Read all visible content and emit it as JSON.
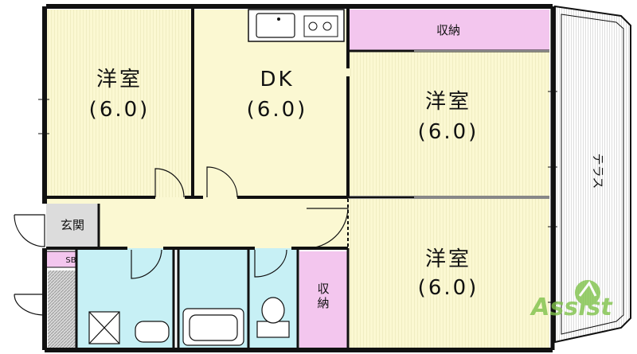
{
  "rooms": {
    "room_nw_name": "洋室",
    "room_nw_size": "(6.0)",
    "dk_name": "DK",
    "dk_size": "(6.0)",
    "room_e_name": "洋室",
    "room_e_size": "(6.0)",
    "room_se_name": "洋室",
    "room_se_size": "(6.0)",
    "storage_top": "収納",
    "storage_bottom": "収納",
    "entrance": "玄関",
    "sb": "SB",
    "terrace": "テラス"
  },
  "watermark": "Assist",
  "colors": {
    "room_fill": "#fbf8d2",
    "storage_fill": "#f3c6ee",
    "wet_fill": "#c7f0f5",
    "entrance_fill": "#dcdcdc",
    "wall": "#111111",
    "watermark_green": "#7fc24a"
  }
}
